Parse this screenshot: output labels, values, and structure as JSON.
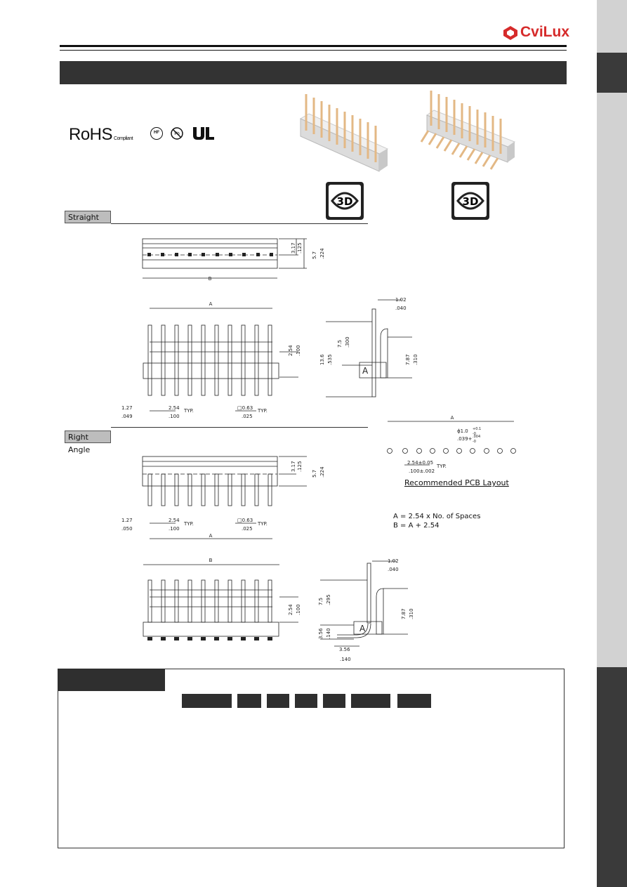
{
  "brand": {
    "name": "CviLux",
    "logo_color": "#d62b2b"
  },
  "certifications": {
    "rohs": "RoHS",
    "rohs_suffix": "Compliant",
    "hf": "HF",
    "pb": "Pb"
  },
  "icons": {
    "model_3d_label": "3D"
  },
  "sections": {
    "straight": "Straight",
    "right_angle": "Right Angle"
  },
  "dims": {
    "d317": "3.17",
    "d125": ".125",
    "d57": "5.7",
    "d224": ".224",
    "A": "A",
    "B": "B",
    "d254": "2.54",
    "d100": ".100",
    "d127": "1.27",
    "d049": ".049",
    "d050": ".050",
    "typ": "TYP.",
    "d063": "□0.63",
    "d025": ".025",
    "d102": "1.02",
    "d040": ".040",
    "d136": "13.6",
    "d535": ".535",
    "d75": "7.5",
    "d300": ".300",
    "d295": ".295",
    "d787": "7.87",
    "d310": ".310",
    "d356": "3.56",
    "d140": ".140",
    "pcb_hole": "ϕ1.0",
    "pcb_hole_tol_up": "+0.1",
    "pcb_hole_tol_dn": "-0",
    "pcb_hole_in": ".039+",
    "pcb_hole_in_up": ".004",
    "pcb_hole_in_dn": "-0",
    "pcb_pitch": "2.54±0.05",
    "pcb_pitch_in": ".100±.002"
  },
  "pcb_layout_title": "Recommended PCB Layout",
  "formulas": {
    "a": "A = 2.54 x No. of Spaces",
    "b": "B = A + 2.54"
  },
  "part_number_segments": [
    "",
    "",
    "",
    "",
    "",
    "",
    ""
  ],
  "colors": {
    "dark": "#333333",
    "side_dark": "#3a3a3a",
    "side_light": "#d2d2d2",
    "pin": "#e3b885",
    "housing": "#e9e9e9"
  }
}
